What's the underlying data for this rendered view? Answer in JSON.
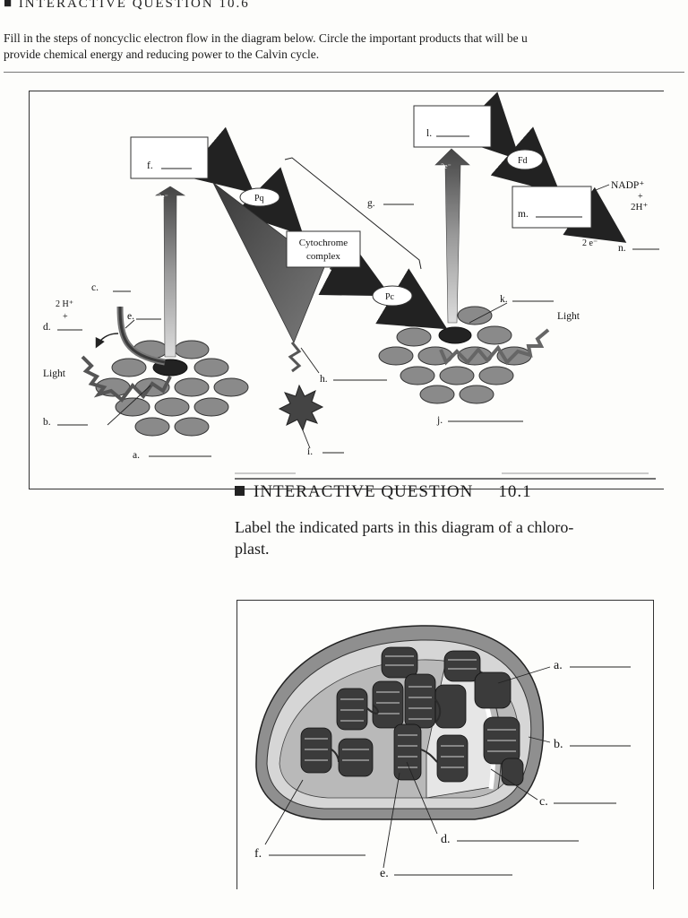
{
  "top_header": {
    "text": "INTERACTIVE QUESTION 10.6",
    "square": "■"
  },
  "intro": {
    "line1": "Fill in the steps of noncyclic electron flow in the diagram below. Circle the important products that will be u",
    "line2": "provide chemical energy and reducing power to the Calvin cycle."
  },
  "diagram1": {
    "boxes": {
      "f": "f.",
      "l": "l.",
      "m": "m."
    },
    "carriers": {
      "pq": "Pq",
      "fd": "Fd",
      "pc": "Pc",
      "cytochrome_line1": "Cytochrome",
      "cytochrome_line2": "complex"
    },
    "labels": {
      "a": "a.",
      "b": "b.",
      "c": "c.",
      "d": "d.",
      "e": "e.",
      "g": "g.",
      "h": "h.",
      "i": "i.",
      "j": "j.",
      "k": "k.",
      "n": "n."
    },
    "text": {
      "two_h_left": "2 H⁺",
      "plus_left": "+",
      "light_left": "Light",
      "light_right": "Light",
      "two_e_left": "2e⁻",
      "two_e_center": "2e⁻",
      "two_e_right": "2 e⁻",
      "nadp": "NADP⁺",
      "plus_right": "+",
      "two_h_right": "2H⁺"
    }
  },
  "question_10_1": {
    "square": "■",
    "title": "INTERACTIVE QUESTION",
    "number": "10.1",
    "prompt_line1": "Label the indicated parts in this diagram of a chloro-",
    "prompt_line2": "plast."
  },
  "diagram2": {
    "labels": {
      "a": "a.",
      "b": "b.",
      "c": "c.",
      "d": "d.",
      "e": "e.",
      "f": "f."
    }
  }
}
